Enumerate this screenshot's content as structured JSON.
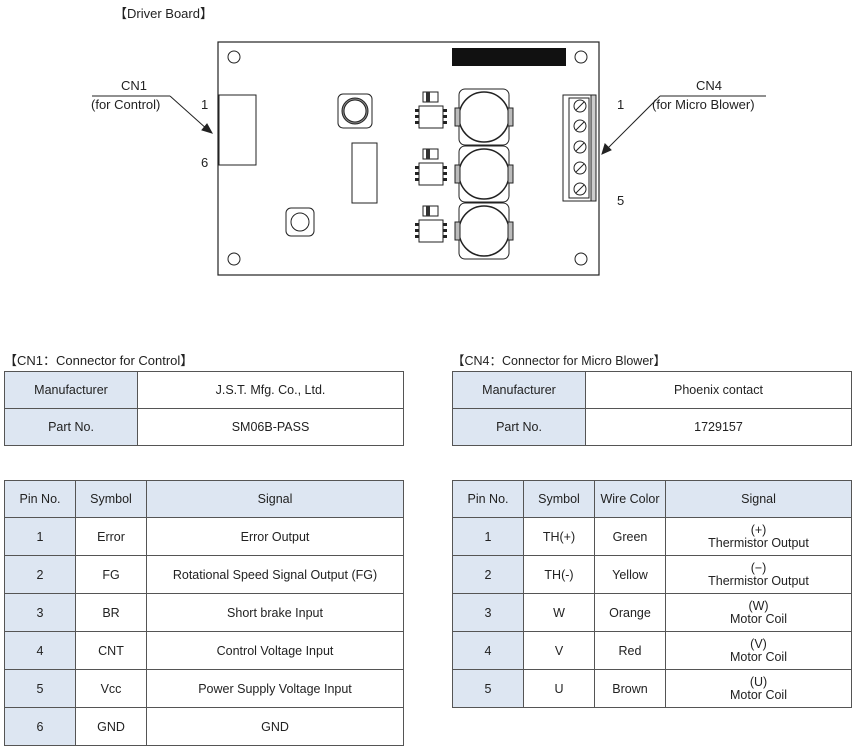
{
  "diagram": {
    "title": "【Driver Board】",
    "cn1": {
      "name": "CN1",
      "sub": "(for Control)",
      "pin_first": "1",
      "pin_last": "6"
    },
    "cn4": {
      "name": "CN4",
      "sub": "(for Micro Blower)",
      "pin_first": "1",
      "pin_last": "5"
    }
  },
  "cn1_section": {
    "title": "【CN1：Connector for Control】",
    "info": [
      {
        "label": "Manufacturer",
        "value": "J.S.T. Mfg. Co., Ltd."
      },
      {
        "label": "Part No.",
        "value": "SM06B-PASS"
      }
    ],
    "pins_header": [
      "Pin No.",
      "Symbol",
      "Signal"
    ],
    "pins": [
      {
        "pin": "1",
        "symbol": "Error",
        "signal": "Error Output"
      },
      {
        "pin": "2",
        "symbol": "FG",
        "signal": "Rotational Speed Signal Output (FG)"
      },
      {
        "pin": "3",
        "symbol": "BR",
        "signal": "Short brake Input"
      },
      {
        "pin": "4",
        "symbol": "CNT",
        "signal": "Control Voltage Input"
      },
      {
        "pin": "5",
        "symbol": "Vcc",
        "signal": "Power Supply Voltage Input"
      },
      {
        "pin": "6",
        "symbol": "GND",
        "signal": "GND"
      }
    ]
  },
  "cn4_section": {
    "title": "【CN4：Connector for Micro Blower】",
    "info": [
      {
        "label": "Manufacturer",
        "value": "Phoenix contact"
      },
      {
        "label": "Part No.",
        "value": "1729157"
      }
    ],
    "pins_header": [
      "Pin No.",
      "Symbol",
      "Wire Color",
      "Signal"
    ],
    "pins": [
      {
        "pin": "1",
        "symbol": "TH(+)",
        "color": "Green",
        "signal_top": "(+)",
        "signal_bottom": "Thermistor Output"
      },
      {
        "pin": "2",
        "symbol": "TH(-)",
        "color": "Yellow",
        "signal_top": "(−)",
        "signal_bottom": "Thermistor Output"
      },
      {
        "pin": "3",
        "symbol": "W",
        "color": "Orange",
        "signal_top": "(W)",
        "signal_bottom": "Motor Coil"
      },
      {
        "pin": "4",
        "symbol": "V",
        "color": "Red",
        "signal_top": "(V)",
        "signal_bottom": "Motor Coil"
      },
      {
        "pin": "5",
        "symbol": "U",
        "color": "Brown",
        "signal_top": "(U)",
        "signal_bottom": "Motor Coil"
      }
    ]
  }
}
